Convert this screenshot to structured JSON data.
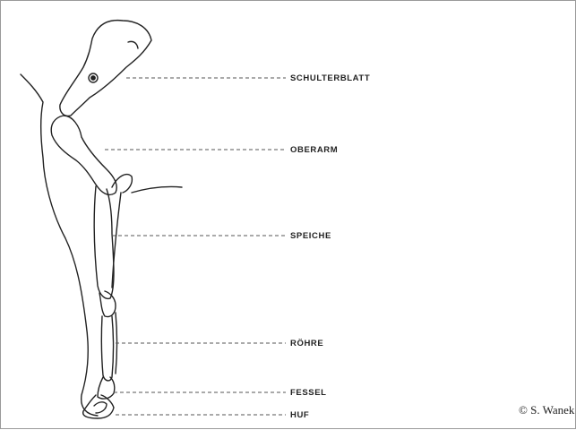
{
  "labels": {
    "scapula": "SCHULTERBLATT",
    "humerus": "OBERARM",
    "radius": "SPEICHE",
    "cannon": "RÖHRE",
    "pastern": "FESSEL",
    "hoof": "HUF"
  },
  "copyright": "© S. Wanek",
  "colors": {
    "ink": "#222222",
    "frame": "#9a9a9a",
    "background": "#ffffff"
  }
}
